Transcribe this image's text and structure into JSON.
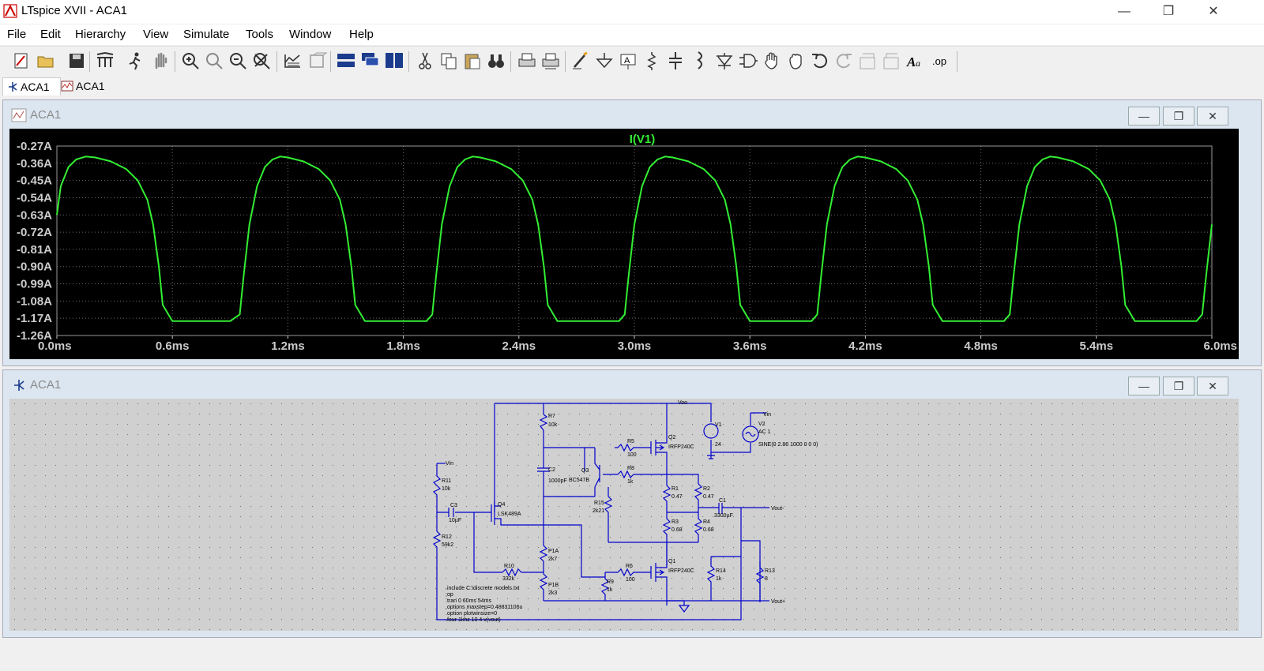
{
  "window": {
    "title": "LTspice XVII - ACA1"
  },
  "menu": [
    "File",
    "Edit",
    "Hierarchy",
    "View",
    "Simulate",
    "Tools",
    "Window",
    "Help"
  ],
  "toolbar_icons": [
    "new-schematic-icon",
    "open-icon",
    "save-icon",
    "control-panel-icon",
    "run-icon",
    "halt-icon",
    "zoom-in-icon",
    "zoom-full-icon",
    "zoom-out-icon",
    "zoom-cancel-icon",
    "autorange-icon",
    "grid-icon",
    "tile-horizontal-icon",
    "cascade-icon",
    "tile-vertical-icon",
    "cut-icon",
    "copy-icon",
    "paste-icon",
    "find-icon",
    "print-icon",
    "print-setup-icon",
    "wire-icon",
    "ground-icon",
    "label-net-icon",
    "resistor-icon",
    "capacitor-icon",
    "inductor-icon",
    "diode-icon",
    "component-icon",
    "move-icon",
    "drag-icon",
    "undo-icon",
    "redo-icon",
    "rotate-icon",
    "mirror-icon",
    "text-icon",
    "spice-directive-icon"
  ],
  "tabs": [
    {
      "label": "ACA1",
      "icon": "schematic-icon"
    },
    {
      "label": "ACA1",
      "icon": "waveform-icon"
    }
  ],
  "waveform_window": {
    "title": "ACA1"
  },
  "schematic_window": {
    "title": "ACA1"
  },
  "colors": {
    "trace": "#33ee33",
    "plot_bg": "#000000",
    "grid": "#6a6a6a",
    "axis_text": "#cccccc",
    "wire": "#0000cc"
  },
  "chart_data": {
    "type": "line",
    "title": "I(V1)",
    "xlabel": "",
    "ylabel": "",
    "xlim": [
      0,
      6.0
    ],
    "ylim": [
      -1.26,
      -0.27
    ],
    "x_ticks": [
      "0.0ms",
      "0.6ms",
      "1.2ms",
      "1.8ms",
      "2.4ms",
      "3.0ms",
      "3.6ms",
      "4.2ms",
      "4.8ms",
      "5.4ms",
      "6.0ms"
    ],
    "y_ticks": [
      "-0.27A",
      "-0.36A",
      "-0.45A",
      "-0.54A",
      "-0.63A",
      "-0.72A",
      "-0.81A",
      "-0.90A",
      "-0.99A",
      "-1.08A",
      "-1.17A",
      "-1.26A"
    ],
    "grid": true,
    "series": [
      {
        "name": "I(V1)",
        "x": [
          0.0,
          0.02,
          0.06,
          0.1,
          0.15,
          0.2,
          0.28,
          0.36,
          0.42,
          0.47,
          0.5,
          0.53,
          0.55,
          0.6,
          0.75,
          0.9,
          0.95,
          0.97,
          1.0,
          1.04,
          1.08,
          1.12,
          1.16,
          1.2,
          1.28,
          1.36,
          1.42,
          1.47,
          1.5,
          1.53,
          1.55,
          1.6,
          1.8,
          1.92,
          1.95,
          1.97,
          2.0,
          2.04,
          2.08,
          2.12,
          2.16,
          2.2,
          2.28,
          2.36,
          2.42,
          2.47,
          2.5,
          2.53,
          2.55,
          2.6,
          2.8,
          2.92,
          2.95,
          2.97,
          3.0,
          3.04,
          3.08,
          3.12,
          3.16,
          3.2,
          3.28,
          3.36,
          3.42,
          3.47,
          3.5,
          3.53,
          3.55,
          3.6,
          3.8,
          3.92,
          3.95,
          3.97,
          4.0,
          4.04,
          4.08,
          4.12,
          4.16,
          4.2,
          4.28,
          4.36,
          4.42,
          4.47,
          4.5,
          4.53,
          4.55,
          4.6,
          4.8,
          4.92,
          4.95,
          4.97,
          5.0,
          5.04,
          5.08,
          5.12,
          5.16,
          5.2,
          5.28,
          5.36,
          5.42,
          5.47,
          5.5,
          5.53,
          5.55,
          5.6,
          5.8,
          5.92,
          5.95,
          5.97,
          6.0
        ],
        "y": [
          -0.63,
          -0.48,
          -0.38,
          -0.34,
          -0.325,
          -0.33,
          -0.35,
          -0.39,
          -0.45,
          -0.55,
          -0.68,
          -0.9,
          -1.1,
          -1.185,
          -1.185,
          -1.185,
          -1.15,
          -0.95,
          -0.68,
          -0.48,
          -0.38,
          -0.34,
          -0.325,
          -0.33,
          -0.35,
          -0.39,
          -0.45,
          -0.55,
          -0.68,
          -0.9,
          -1.1,
          -1.185,
          -1.185,
          -1.185,
          -1.15,
          -0.95,
          -0.68,
          -0.48,
          -0.38,
          -0.34,
          -0.325,
          -0.33,
          -0.35,
          -0.39,
          -0.45,
          -0.55,
          -0.68,
          -0.9,
          -1.1,
          -1.185,
          -1.185,
          -1.185,
          -1.15,
          -0.95,
          -0.68,
          -0.48,
          -0.38,
          -0.34,
          -0.325,
          -0.33,
          -0.35,
          -0.39,
          -0.45,
          -0.55,
          -0.68,
          -0.9,
          -1.1,
          -1.185,
          -1.185,
          -1.185,
          -1.15,
          -0.95,
          -0.68,
          -0.48,
          -0.38,
          -0.34,
          -0.325,
          -0.33,
          -0.35,
          -0.39,
          -0.45,
          -0.55,
          -0.68,
          -0.9,
          -1.1,
          -1.185,
          -1.185,
          -1.185,
          -1.15,
          -0.95,
          -0.68,
          -0.48,
          -0.38,
          -0.34,
          -0.325,
          -0.33,
          -0.35,
          -0.39,
          -0.45,
          -0.55,
          -0.68,
          -0.9,
          -1.1,
          -1.185,
          -1.185,
          -1.185,
          -1.15,
          -0.95,
          -0.68
        ]
      }
    ]
  },
  "schematic": {
    "labels": {
      "voo": "Voo",
      "vin_top": "Vin",
      "vin_left": "Vin",
      "r7": "R7",
      "r7v": "10k",
      "v1": "V1",
      "v1v": "24",
      "v2": "V2",
      "v2ac": "AC 1",
      "v2sine": "SINE(0 2.86 1000 0 0 0)",
      "r5": "R5",
      "r5v": "100",
      "q2": "Q2",
      "q2m": "IRFP240C",
      "c2": "C2",
      "c2v": "1000pF",
      "q3": "Q3",
      "q3m": "BC547B",
      "r8": "R8",
      "r8v": "1k",
      "r11": "R11",
      "r11v": "10k",
      "c3": "C3",
      "c3v": "10µF",
      "q4": "Q4",
      "q4m": "LSK489A",
      "r15": "R15",
      "r15v": "2k21",
      "r1": "R1",
      "r1v": "0.47",
      "r2": "R2",
      "r2v": "0.47",
      "c1": "C1",
      "c1v": "3300µF",
      "vout_p": "Vout+",
      "vout_m": "Vout-",
      "r3": "R3",
      "r3v": "0.68",
      "r4": "R4",
      "r4v": "0.68",
      "r12": "R12",
      "r12v": "59k2",
      "p1a": "P1A",
      "p1av": "2k7",
      "r10": "R10",
      "r10v": "332k",
      "r6": "R6",
      "r6v": "100",
      "q1": "Q1",
      "q1m": "IRFP240C",
      "r14": "R14",
      "r14v": "1k",
      "r13": "R13",
      "r13v": "8",
      "r9": "R9",
      "r9v": "1k",
      "p1b": "P1B",
      "p1bv": "2k3"
    },
    "directives": [
      ".include C:\\discrete models.txt",
      ";op",
      ".tran 0 60ms 54ms",
      ".options maxstep=0.48831106u",
      ".option plotwinsize=0",
      ".four 1khz 10 4 v(vout)"
    ]
  }
}
